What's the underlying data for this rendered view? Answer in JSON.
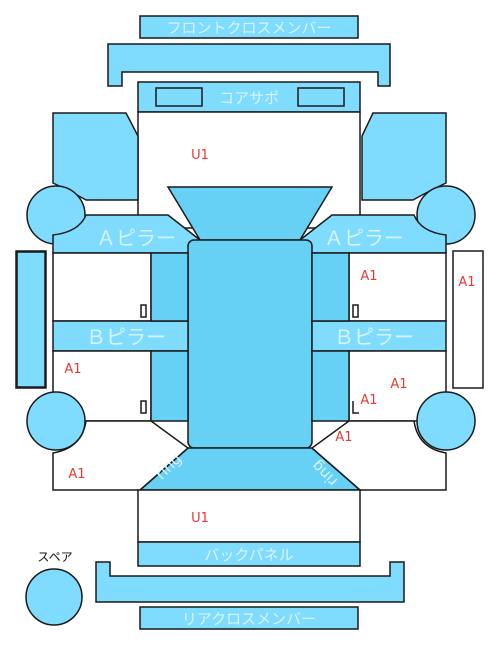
{
  "parts": {
    "front_cross_member": "フロントクロスメンバー",
    "core_support": "コアサポ",
    "a_pillar_left": "Ａピラー",
    "a_pillar_right": "Ａピラー",
    "b_pillar_left": "Ｂピラー",
    "b_pillar_right": "Ｂピラー",
    "back_panel": "バックパネル",
    "rear_cross_member": "リアクロスメンバー",
    "spare": "スペア",
    "ring_left": "ring",
    "ring_right": "ring"
  },
  "marks": {
    "u1_front": "U1",
    "u1_rear": "U1",
    "a1_right_door_front": "A1",
    "a1_right_rocker": "A1",
    "a1_left_rear_door": "A1",
    "a1_right_rear_door_upper": "A1",
    "a1_right_rear_door_lower": "A1",
    "a1_right_rear_quarter": "A1",
    "a1_left_rear_quarter": "A1"
  },
  "colors": {
    "panel": "#80dcff",
    "panel_dark": "#66d0f5",
    "outline": "#1a1a1a",
    "mark": "#e53935",
    "label": "#d6f4ff"
  }
}
